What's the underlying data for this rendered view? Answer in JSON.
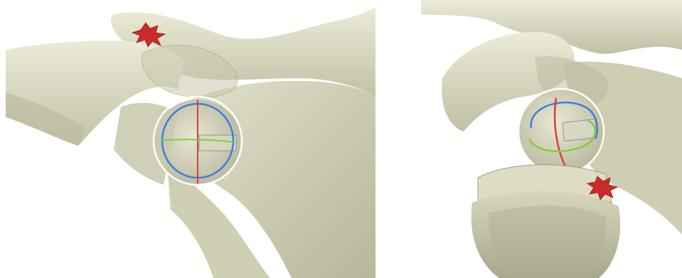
{
  "figure": {
    "panels": [
      {
        "id": "left",
        "view": "shoulder-joint-with-motion-sphere",
        "markers": [
          "impingement-star-icon"
        ],
        "overlay_circles": [
          "blue-axis-circle",
          "red-axis-line",
          "green-axis-line"
        ]
      },
      {
        "id": "right",
        "view": "shoulder-joint-with-motion-sphere-rotated",
        "markers": [
          "impingement-star-icon"
        ],
        "overlay_circles": [
          "blue-axis-arc",
          "red-axis-arc",
          "green-axis-arc"
        ]
      }
    ],
    "colors": {
      "bone": "#d9d9c0",
      "bone_shadow": "#b8b89c",
      "bone_highlight": "#ecebd8",
      "translucent_bone": "#c9c8ae",
      "impingement_marker": "#cc2a2a",
      "axis_blue": "#3c7ee0",
      "axis_red": "#e23a3a",
      "axis_green": "#7fd13a",
      "sphere_outline": "#ffffff"
    }
  }
}
